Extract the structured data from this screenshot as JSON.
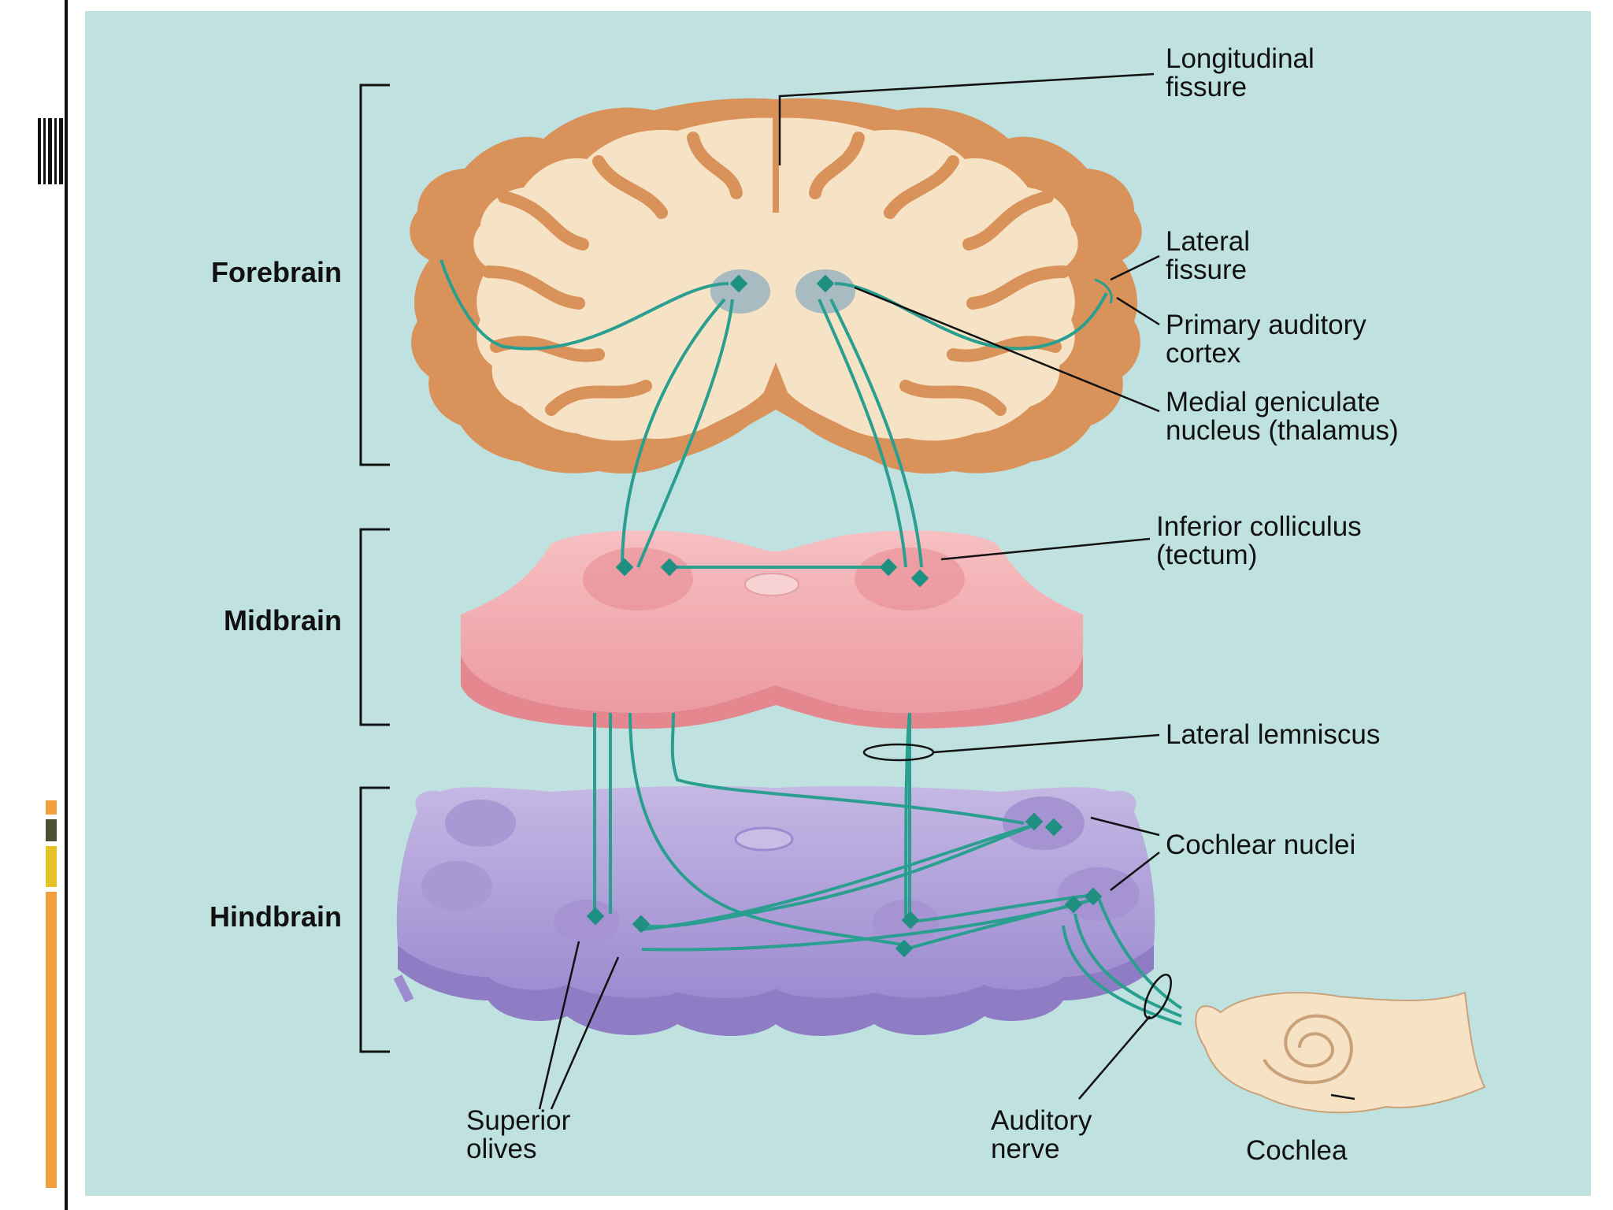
{
  "regions": {
    "forebrain": "Forebrain",
    "midbrain": "Midbrain",
    "hindbrain": "Hindbrain"
  },
  "labels": {
    "longitudinal_1": "Longitudinal",
    "longitudinal_2": "fissure",
    "lateral_fissure_1": "Lateral",
    "lateral_fissure_2": "fissure",
    "primary_auditory_1": "Primary auditory",
    "primary_auditory_2": "cortex",
    "medial_geniculate_1": "Medial geniculate",
    "medial_geniculate_2": "nucleus (thalamus)",
    "inferior_colliculus_1": "Inferior colliculus",
    "inferior_colliculus_2": "(tectum)",
    "lateral_lemniscus": "Lateral lemniscus",
    "cochlear_nuclei": "Cochlear nuclei",
    "superior_olives_1": "Superior",
    "superior_olives_2": "olives",
    "auditory_nerve_1": "Auditory",
    "auditory_nerve_2": "nerve",
    "cochlea": "Cochlea"
  },
  "colors": {
    "background": "#bfe2e0",
    "cortex": "#d9925a",
    "white_matter": "#f6e2c4",
    "midbrain": "#f0a7ab",
    "hindbrain": "#b7a9dc",
    "pathway": "#2a9f90",
    "accent_orange": "#f0a040",
    "accent_olive": "#4a5030",
    "accent_yellow": "#e5c228"
  }
}
